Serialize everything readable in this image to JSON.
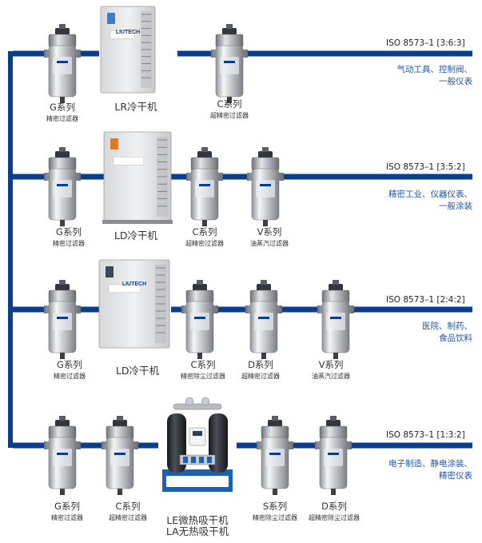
{
  "rows": [
    {
      "iso": "ISO 8573–1 [3:6:3]",
      "application": [
        "气动工具、控制阀、",
        "一般仪表"
      ],
      "equipment": [
        {
          "name": "G系列",
          "desc": "精密过滤器"
        },
        {
          "name": "LR冷干机",
          "desc": ""
        },
        {
          "name": "C系列",
          "desc": "超精密过滤器"
        }
      ]
    },
    {
      "iso": "ISO 8573–1 [3:5:2]",
      "application": [
        "精密工业、仪器仪表、",
        "一般涂装"
      ],
      "equipment": [
        {
          "name": "G系列",
          "desc": "精密过滤器"
        },
        {
          "name": "LD冷干机",
          "desc": ""
        },
        {
          "name": "C系列",
          "desc": "超精密过滤器"
        },
        {
          "name": "V系列",
          "desc": "油蒸汽过滤器"
        }
      ]
    },
    {
      "iso": "ISO 8573–1 [2:4:2]",
      "application": [
        "医院、制药、",
        "食品饮料"
      ],
      "equipment": [
        {
          "name": "G系列",
          "desc": "精密过滤器"
        },
        {
          "name": "LD冷干机",
          "desc": ""
        },
        {
          "name": "C系列",
          "desc": "精密除尘过滤器"
        },
        {
          "name": "D系列",
          "desc": "超精密过滤器"
        },
        {
          "name": "V系列",
          "desc": "油蒸汽过滤器"
        }
      ]
    },
    {
      "iso": "ISO 8573–1 [1:3:2]",
      "application": [
        "电子制造、静电涂装、",
        "精密仪表"
      ],
      "equipment": [
        {
          "name": "G系列",
          "desc": "精密过滤器"
        },
        {
          "name": "C系列",
          "desc": "超精密过滤器"
        },
        {
          "name": "LE微热吸干机",
          "name2": "LA无热吸干机",
          "desc": ""
        },
        {
          "name": "S系列",
          "desc": "精密除尘过滤器"
        },
        {
          "name": "D系列",
          "desc": "超精密除尘过滤器"
        }
      ]
    }
  ],
  "brand": "LIUTECH",
  "colors": {
    "pipe": "#0a3e8c",
    "accent_text": "#1f56a8",
    "cabinet": "#e9eaeb",
    "dryer_tank": "#2a2f36",
    "frame": "#1e5fb4"
  }
}
